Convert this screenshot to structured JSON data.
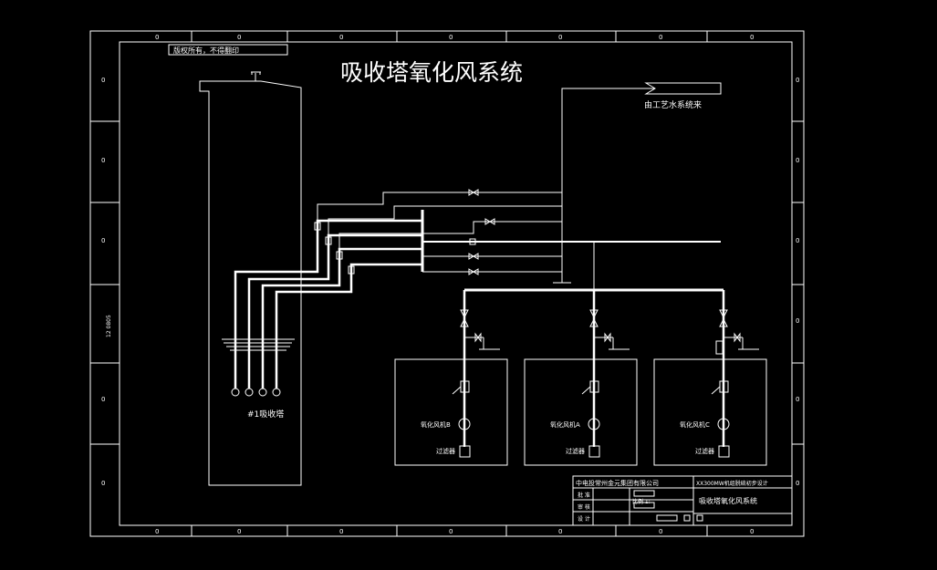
{
  "drawing": {
    "title": "吸收塔氧化风系统",
    "copyright_note": "版权所有，不得翻印",
    "source_label": "由工艺水系统来",
    "tower_label": "#1吸收塔",
    "border_zone_mark": "0",
    "side_number": "12 0805",
    "units": [
      {
        "fan_label": "氧化风机B",
        "filter_label": "过滤器"
      },
      {
        "fan_label": "氧化风机A",
        "filter_label": "过滤器"
      },
      {
        "fan_label": "氧化风机C",
        "filter_label": "过滤器"
      }
    ],
    "title_block": {
      "company": "中电投常州金元集团有限公司",
      "project": "XX300MW机组脱硫初步设计",
      "drawing_name": "吸收塔氧化风系统",
      "rows": [
        "批 准",
        "审 核",
        "设 计"
      ],
      "scale_label": "比例 1:"
    }
  },
  "colors": {
    "line": "#ffffff",
    "background": "#000000"
  }
}
